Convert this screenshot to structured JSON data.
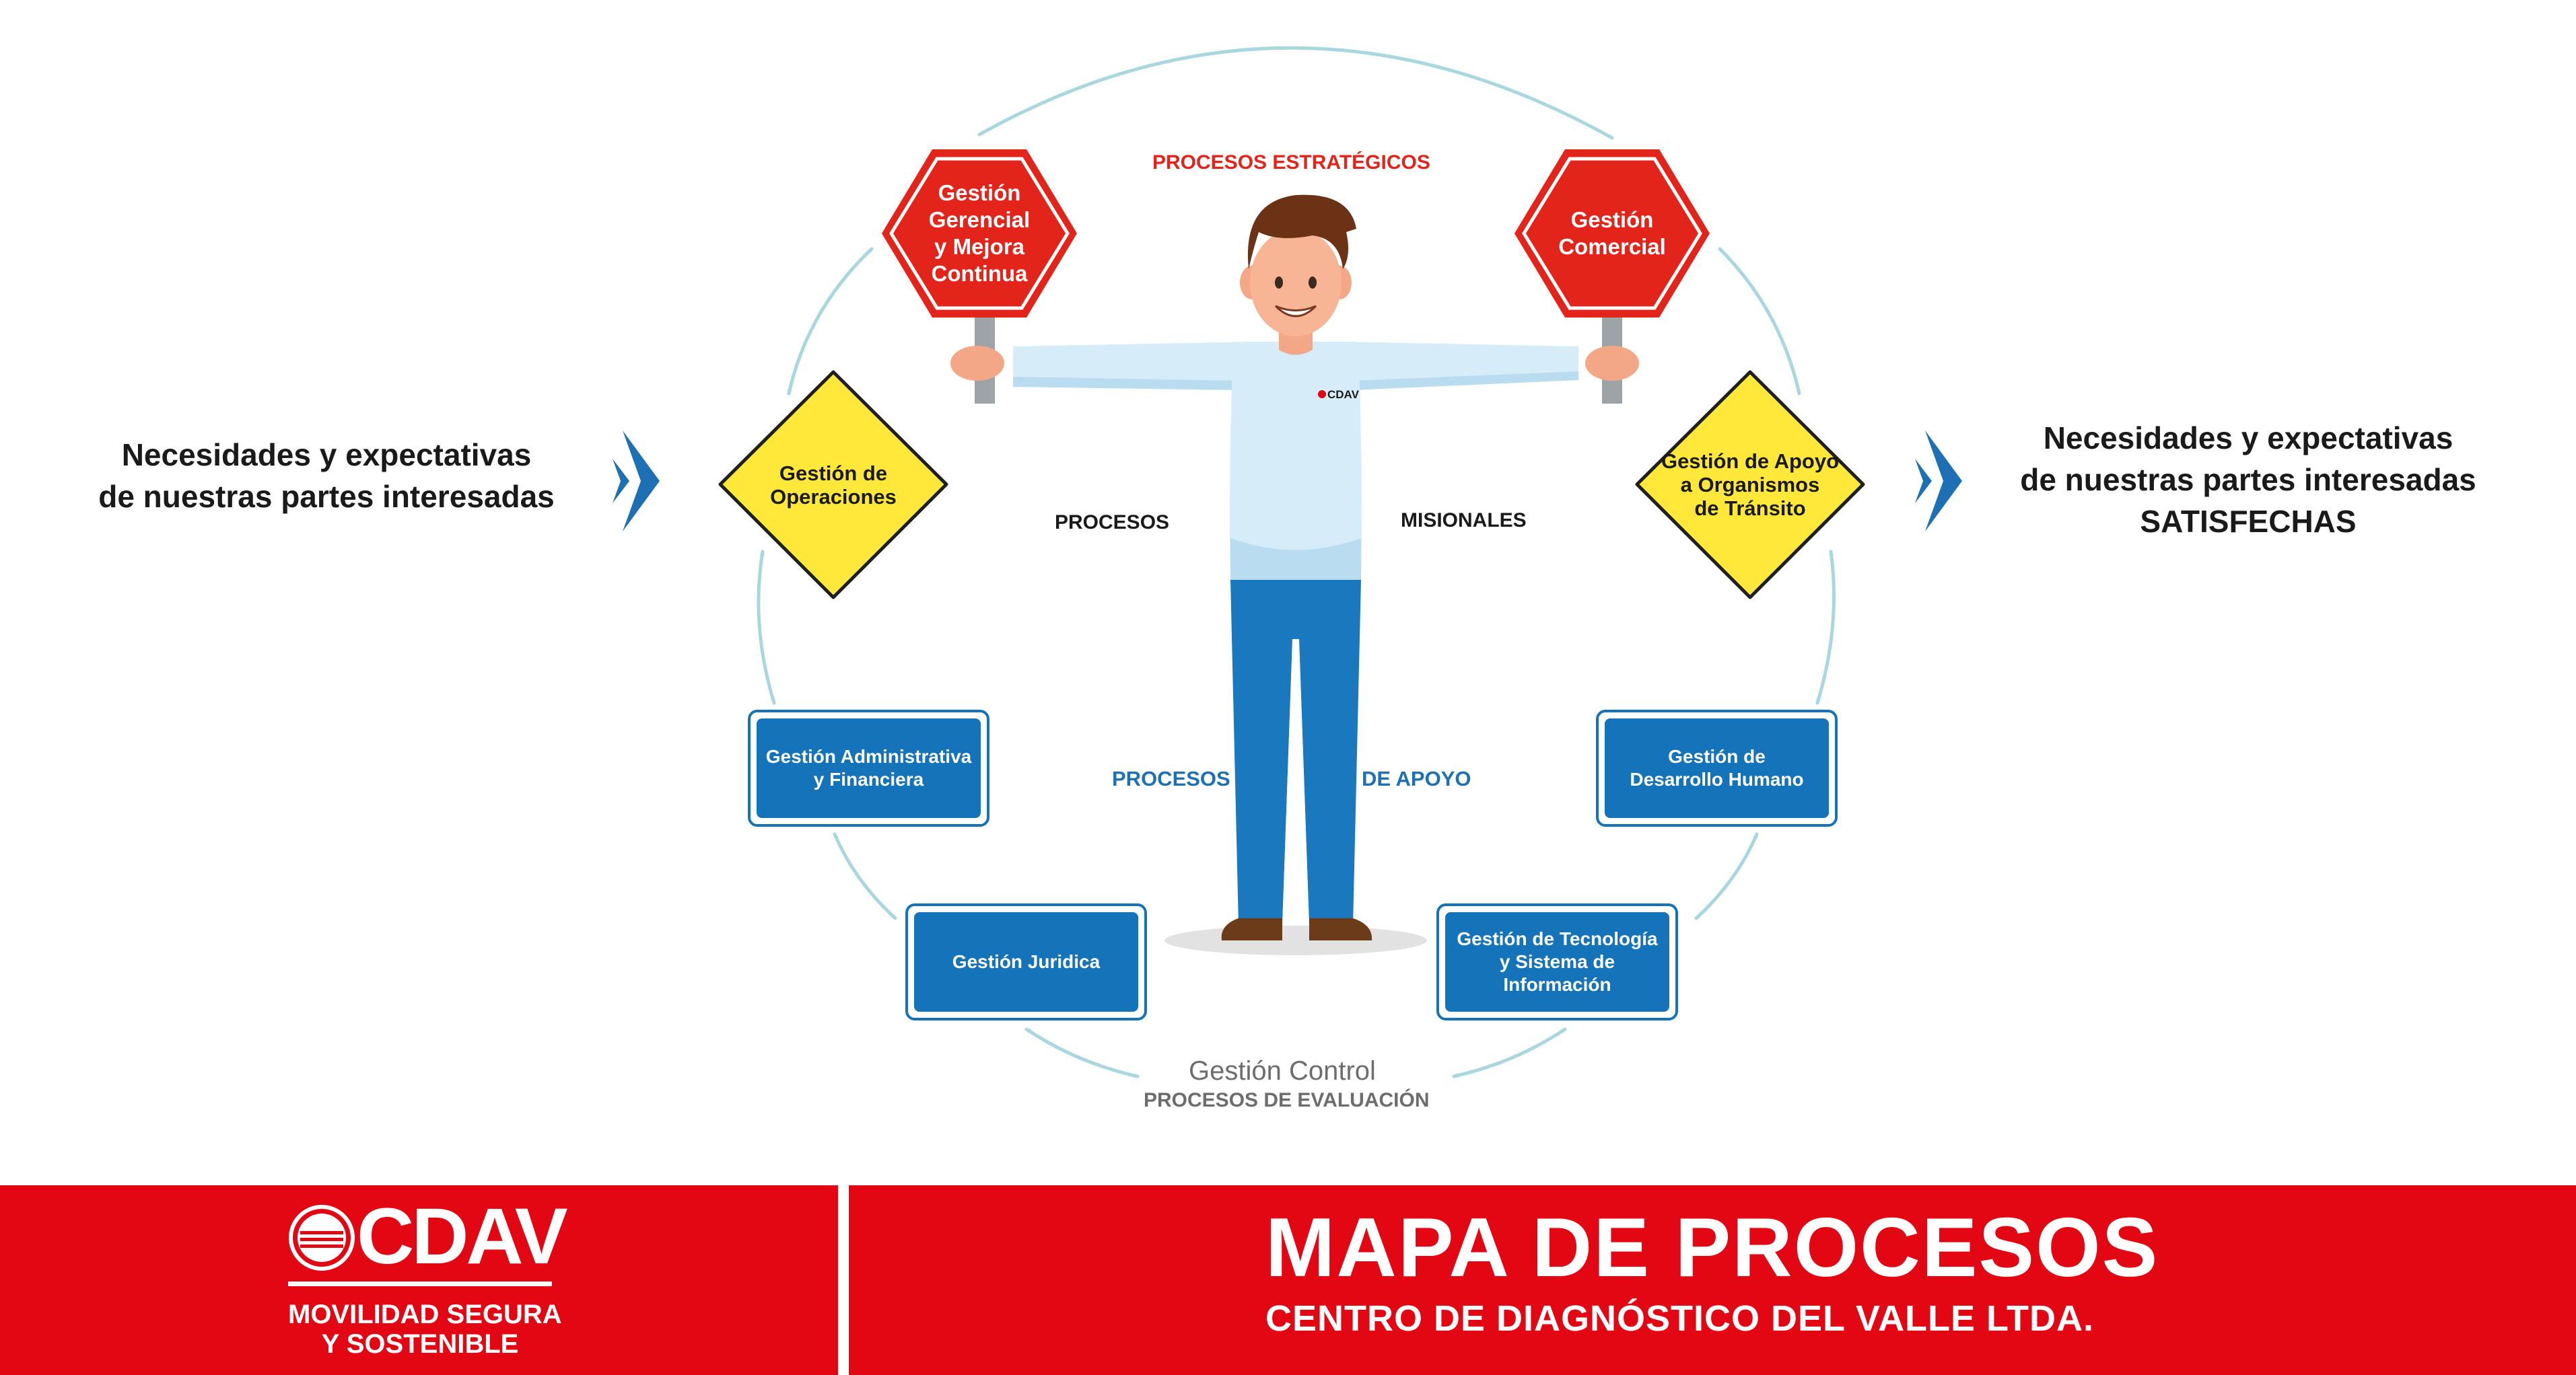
{
  "left_text": {
    "lines": [
      "Necesidades y expectativas",
      "de nuestras partes interesadas"
    ]
  },
  "right_text": {
    "lines": [
      "Necesidades y expectativas",
      "de nuestras partes interesadas",
      "SATISFECHAS"
    ]
  },
  "categories": {
    "strategic": "PROCESOS ESTRATÉGICOS",
    "missional_left": "PROCESOS",
    "missional_right": "MISIONALES",
    "support_left": "PROCESOS",
    "support_right": "DE APOYO",
    "evaluation_title": "Gestión Control",
    "evaluation_subtitle": "PROCESOS DE EVALUACIÓN"
  },
  "nodes": {
    "gerencial": {
      "lines": [
        "Gestión",
        "Gerencial",
        "y Mejora",
        "Continua"
      ]
    },
    "comercial": {
      "lines": [
        "Gestión",
        "Comercial"
      ]
    },
    "operaciones": {
      "lines": [
        "Gestión de",
        "Operaciones"
      ]
    },
    "apoyo_transito": {
      "lines": [
        "Gestión de Apoyo",
        "a Organismos",
        "de Tránsito"
      ]
    },
    "administrativa": {
      "lines": [
        "Gestión Administrativa",
        "y Financiera"
      ]
    },
    "desarrollo_humano": {
      "lines": [
        "Gestión de",
        "Desarrollo Humano"
      ]
    },
    "juridica": {
      "lines": [
        "Gestión Juridica"
      ]
    },
    "tecnologia": {
      "lines": [
        "Gestión de Tecnología",
        "y Sistema de",
        "Información"
      ]
    }
  },
  "figure": {
    "shirt_logo": "CDAV"
  },
  "footer": {
    "logo_text": "CDAV",
    "slogan_lines": [
      "MOVILIDAD SEGURA",
      "Y SOSTENIBLE"
    ],
    "title": "MAPA DE PROCESOS",
    "subtitle": "CENTRO DE DIAGNÓSTICO DEL VALLE LTDA."
  },
  "colors": {
    "red": "#e30613",
    "octagon_red": "#e3241b",
    "diamond_yellow": "#ffe83a",
    "box_blue": "#1473b9",
    "arrow_blue": "#1e70b5",
    "cycle_arrows": "#a9d7df",
    "support_label_blue": "#1e70b5"
  }
}
